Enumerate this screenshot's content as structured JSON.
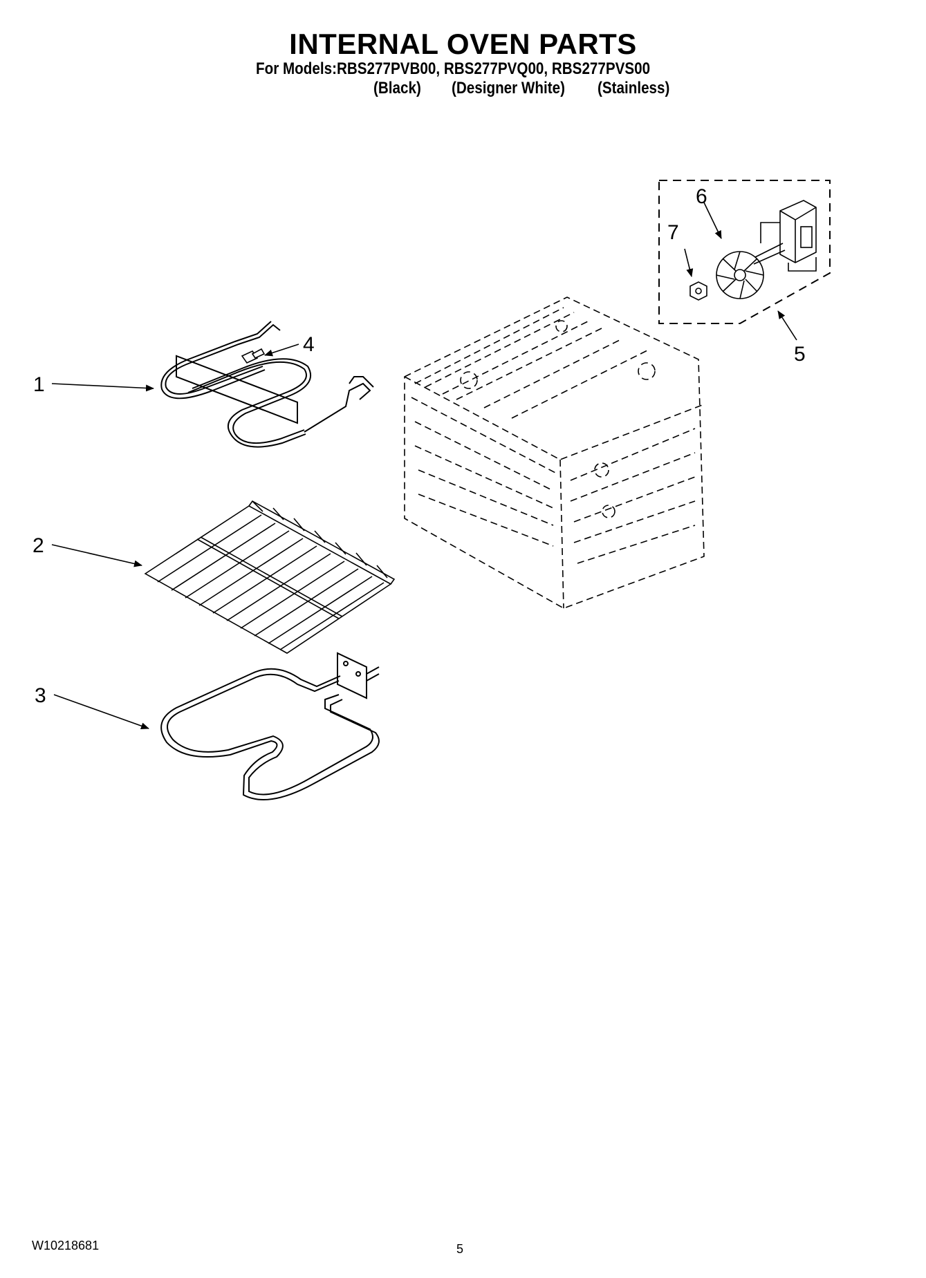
{
  "header": {
    "title": "INTERNAL OVEN PARTS",
    "models": "For Models:RBS277PVB00, RBS277PVQ00, RBS277PVS00",
    "variants": [
      "(Black)",
      "(Designer White)",
      "(Stainless)"
    ]
  },
  "callouts": [
    "1",
    "2",
    "3",
    "4",
    "5",
    "6",
    "7"
  ],
  "footer": {
    "doc_number": "W10218681",
    "page_number": "5"
  }
}
